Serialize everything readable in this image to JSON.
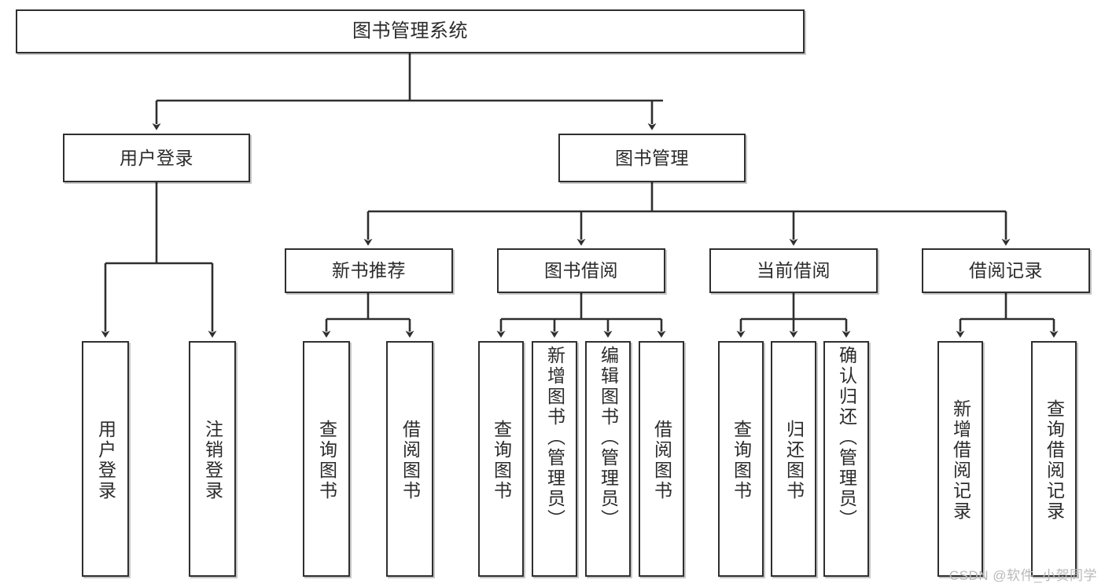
{
  "diagram": {
    "title": "图书管理系统",
    "type": "tree-hierarchy-diagram",
    "colors": {
      "box_border": "#2f2f2f",
      "box_fill": "#ffffff",
      "edge": "#2f2f2f",
      "text": "#2b2b2b",
      "watermark": "#b9b9b9",
      "canvas": "#ffffff"
    },
    "watermark": "CSDN @软件_小贺同学"
  },
  "nodes": {
    "root": {
      "label": "图书管理系统"
    },
    "level2": [
      {
        "id": "user-login",
        "label": "用户登录"
      },
      {
        "id": "book-management",
        "label": "图书管理"
      }
    ],
    "level3": [
      {
        "id": "new-book-recommend",
        "label": "新书推荐"
      },
      {
        "id": "book-borrow",
        "label": "图书借阅"
      },
      {
        "id": "current-borrow",
        "label": "当前借阅"
      },
      {
        "id": "borrow-record",
        "label": "借阅记录"
      }
    ],
    "leaves": {
      "user_login": [
        {
          "id": "leaf-user-login",
          "label": "用户登录"
        },
        {
          "id": "leaf-logout-login",
          "label": "注销登录"
        }
      ],
      "new_book_recommend": [
        {
          "id": "leaf-query-book-1",
          "label": "查询图书"
        },
        {
          "id": "leaf-borrow-book-1",
          "label": "借阅图书"
        }
      ],
      "book_borrow": [
        {
          "id": "leaf-query-book-2",
          "label": "查询图书"
        },
        {
          "id": "leaf-add-book",
          "label": "新增图书（管理员）"
        },
        {
          "id": "leaf-edit-book",
          "label": "编辑图书（管理员）"
        },
        {
          "id": "leaf-borrow-book-2",
          "label": "借阅图书"
        }
      ],
      "current_borrow": [
        {
          "id": "leaf-query-book-3",
          "label": "查询图书"
        },
        {
          "id": "leaf-return-book",
          "label": "归还图书"
        },
        {
          "id": "leaf-confirm-return",
          "label": "确认归还（管理员）"
        }
      ],
      "borrow_record": [
        {
          "id": "leaf-add-borrow-record",
          "label": "新增借阅记录"
        },
        {
          "id": "leaf-query-borrow-record",
          "label": "查询借阅记录"
        }
      ]
    }
  }
}
